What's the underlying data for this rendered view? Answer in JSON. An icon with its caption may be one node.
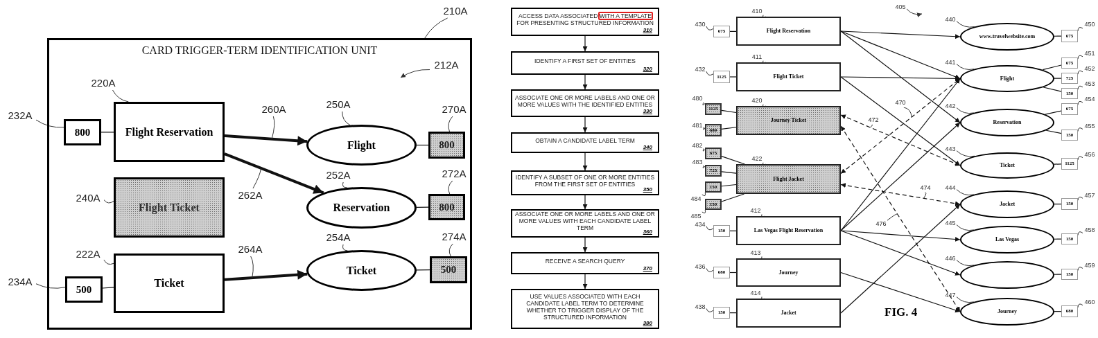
{
  "diagram": {
    "nodes": [
      {
        "text": [
          "CARD TRIGGER-TERM IDENTIFICATION UNIT"
        ]
      },
      {
        "text": [
          "210A"
        ]
      },
      {
        "text": [
          "212A"
        ],
        "in": 0
      },
      {
        "text": [
          "220A"
        ],
        "in": 0
      },
      {
        "text": [
          "Flight Reservation"
        ],
        "in": 0
      },
      {
        "text": [
          "232A"
        ]
      },
      {
        "text": [
          "800"
        ],
        "in": 0
      },
      {
        "text": [
          "240A"
        ],
        "in": 0
      },
      {
        "text": [
          "Flight Ticket"
        ],
        "in": 0
      },
      {
        "text": [
          "222A"
        ],
        "in": 0
      },
      {
        "text": [
          "Ticket"
        ],
        "in": 0
      },
      {
        "text": [
          "234A"
        ]
      },
      {
        "text": [
          "500"
        ],
        "in": 0
      },
      {
        "text": [
          "250A"
        ],
        "in": 0
      },
      {
        "text": [
          "Flight"
        ],
        "in": 0
      },
      {
        "text": [
          "270A"
        ],
        "in": 0
      },
      {
        "text": [
          "800"
        ],
        "in": 0
      },
      {
        "text": [
          "252A"
        ],
        "in": 0
      },
      {
        "text": [
          "Reservation"
        ],
        "in": 0
      },
      {
        "text": [
          "272A"
        ],
        "in": 0
      },
      {
        "text": [
          "800"
        ],
        "in": 0
      },
      {
        "text": [
          "254A"
        ],
        "in": 0
      },
      {
        "text": [
          "Ticket"
        ],
        "in": 0
      },
      {
        "text": [
          "274A"
        ],
        "in": 0
      },
      {
        "text": [
          "500"
        ],
        "in": 0
      },
      {
        "text": [
          "ACCESS DATA ASSOCIATED WITH A TEMPLATE FOR PRESENTING STRUCTURED INFORMATION",
          "310"
        ]
      },
      {
        "text": [
          "IDENTIFY A FIRST SET OF ENTITIES",
          "320"
        ]
      },
      {
        "text": [
          "ASSOCIATE ONE OR MORE LABELS AND ONE OR MORE VALUES WITH THE IDENTIFIED ENTITIES",
          "330"
        ]
      },
      {
        "text": [
          "OBTAIN A CANDIDATE LABEL TERM",
          "340"
        ]
      },
      {
        "text": [
          "IDENTIFY A SUBSET OF ONE OR MORE ENTITIES FROM THE FIRST SET OF ENTITIES",
          "350"
        ]
      },
      {
        "text": [
          "ASSOCIATE ONE OR MORE LABELS AND ONE OR MORE VALUES WITH EACH CANDIDATE LABEL TERM",
          "360"
        ]
      },
      {
        "text": [
          "RECEIVE A SEARCH QUERY",
          "370"
        ]
      },
      {
        "text": [
          "USE VALUES ASSOCIATED WITH EACH CANDIDATE LABEL TERM TO DETERMINE WHETHER TO TRIGGER DISPLAY OF THE STRUCTURED INFORMATION",
          "380"
        ]
      },
      {
        "text": [
          "405"
        ]
      },
      {
        "text": [
          "410"
        ]
      },
      {
        "text": [
          "Flight Reservation"
        ]
      },
      {
        "text": [
          "430"
        ]
      },
      {
        "text": [
          "675"
        ]
      },
      {
        "text": [
          "411"
        ]
      },
      {
        "text": [
          "Flight Ticket"
        ]
      },
      {
        "text": [
          "432"
        ]
      },
      {
        "text": [
          "1125"
        ]
      },
      {
        "text": [
          "420"
        ]
      },
      {
        "text": [
          "Journey Ticket"
        ]
      },
      {
        "text": [
          "480"
        ]
      },
      {
        "text": [
          "1125"
        ]
      },
      {
        "text": [
          "481"
        ]
      },
      {
        "text": [
          "680"
        ]
      },
      {
        "text": [
          "422"
        ]
      },
      {
        "text": [
          "Flight Jacket"
        ]
      },
      {
        "text": [
          "482"
        ]
      },
      {
        "text": [
          "675"
        ]
      },
      {
        "text": [
          "483"
        ]
      },
      {
        "text": [
          "725"
        ]
      },
      {
        "text": [
          "484"
        ]
      },
      {
        "text": [
          "150"
        ]
      },
      {
        "text": [
          "485"
        ]
      },
      {
        "text": [
          "150"
        ]
      },
      {
        "text": [
          "412"
        ]
      },
      {
        "text": [
          "Las Vegas Flight Reservation"
        ]
      },
      {
        "text": [
          "434"
        ]
      },
      {
        "text": [
          "150"
        ]
      },
      {
        "text": [
          "413"
        ]
      },
      {
        "text": [
          "Journey"
        ]
      },
      {
        "text": [
          "436"
        ]
      },
      {
        "text": [
          "680"
        ]
      },
      {
        "text": [
          "414"
        ]
      },
      {
        "text": [
          "Jacket"
        ]
      },
      {
        "text": [
          "438"
        ]
      },
      {
        "text": [
          "150"
        ]
      },
      {
        "text": [
          "440"
        ]
      },
      {
        "text": [
          "www.travelwebsite.com"
        ]
      },
      {
        "text": [
          "675"
        ]
      },
      {
        "text": [
          "450"
        ]
      },
      {
        "text": [
          "441"
        ]
      },
      {
        "text": [
          "Flight"
        ]
      },
      {
        "text": [
          "675"
        ]
      },
      {
        "text": [
          "451"
        ]
      },
      {
        "text": [
          "725"
        ]
      },
      {
        "text": [
          "452"
        ]
      },
      {
        "text": [
          "150"
        ]
      },
      {
        "text": [
          "453"
        ]
      },
      {
        "text": [
          "442"
        ]
      },
      {
        "text": [
          "Reservation"
        ]
      },
      {
        "text": [
          "675"
        ]
      },
      {
        "text": [
          "454"
        ]
      },
      {
        "text": [
          "150"
        ]
      },
      {
        "text": [
          "455"
        ]
      },
      {
        "text": [
          "443"
        ]
      },
      {
        "text": [
          "Ticket"
        ]
      },
      {
        "text": [
          "1125"
        ]
      },
      {
        "text": [
          "456"
        ]
      },
      {
        "text": [
          "444"
        ]
      },
      {
        "text": [
          "Jacket"
        ]
      },
      {
        "text": [
          "150"
        ]
      },
      {
        "text": [
          "457"
        ]
      },
      {
        "text": [
          "445"
        ]
      },
      {
        "text": [
          "Las Vegas"
        ]
      },
      {
        "text": [
          "150"
        ]
      },
      {
        "text": [
          "458"
        ]
      },
      {
        "text": [
          "446"
        ]
      },
      {
        "text": [],
        "shape": "ellipse"
      },
      {
        "text": [
          "150"
        ]
      },
      {
        "text": [
          "459"
        ]
      },
      {
        "text": [
          "447"
        ]
      },
      {
        "text": [
          "Journey"
        ]
      },
      {
        "text": [
          "680"
        ]
      },
      {
        "text": [
          "460"
        ]
      }
    ],
    "edges": [
      {
        "from": 1,
        "to": 0,
        "arrow": "none"
      },
      {
        "from": 2,
        "to": null,
        "arrow": "to"
      },
      {
        "from": 3,
        "to": 4,
        "arrow": "none"
      },
      {
        "from": 5,
        "to": 6,
        "arrow": "none"
      },
      {
        "from": 7,
        "to": 8,
        "arrow": "none"
      },
      {
        "from": 9,
        "to": 10,
        "arrow": "none"
      },
      {
        "from": 11,
        "to": 12,
        "arrow": "none"
      },
      {
        "from": 13,
        "to": 14,
        "arrow": "none"
      },
      {
        "from": 15,
        "to": 16,
        "arrow": "none"
      },
      {
        "from": 17,
        "to": 18,
        "arrow": "none"
      },
      {
        "from": 19,
        "to": 20,
        "arrow": "none"
      },
      {
        "from": 21,
        "to": 22,
        "arrow": "none"
      },
      {
        "from": 23,
        "to": 24,
        "arrow": "none"
      },
      {
        "from": 6,
        "to": 4,
        "arrow": "none"
      },
      {
        "from": 12,
        "to": 10,
        "arrow": "none"
      },
      {
        "from": 14,
        "to": 16,
        "arrow": "none"
      },
      {
        "from": 18,
        "to": 20,
        "arrow": "none"
      },
      {
        "from": 22,
        "to": 24,
        "arrow": "none"
      },
      {
        "from": 4,
        "to": 14,
        "arrow": "to",
        "label": "260A",
        "style": "thick"
      },
      {
        "from": 4,
        "to": 18,
        "arrow": "to",
        "label": "262A",
        "style": "thick"
      },
      {
        "from": 10,
        "to": 22,
        "arrow": "to",
        "label": "264A",
        "style": "thick"
      },
      {
        "from": 25,
        "to": 26,
        "arrow": "to"
      },
      {
        "from": 26,
        "to": 27,
        "arrow": "to"
      },
      {
        "from": 27,
        "to": 28,
        "arrow": "to"
      },
      {
        "from": 28,
        "to": 29,
        "arrow": "to"
      },
      {
        "from": 29,
        "to": 30,
        "arrow": "to"
      },
      {
        "from": 30,
        "to": 31,
        "arrow": "to"
      },
      {
        "from": 31,
        "to": 32,
        "arrow": "to"
      },
      {
        "from": 33,
        "to": null,
        "arrow": "to"
      },
      {
        "from": 34,
        "to": 35,
        "arrow": "none"
      },
      {
        "from": 36,
        "to": 37,
        "arrow": "none"
      },
      {
        "from": 37,
        "to": 35,
        "arrow": "none"
      },
      {
        "from": 38,
        "to": 39,
        "arrow": "none"
      },
      {
        "from": 40,
        "to": 41,
        "arrow": "none"
      },
      {
        "from": 41,
        "to": 39,
        "arrow": "none"
      },
      {
        "from": 42,
        "to": 43,
        "arrow": "none"
      },
      {
        "from": 44,
        "to": 45,
        "arrow": "none"
      },
      {
        "from": 45,
        "to": 43,
        "arrow": "none"
      },
      {
        "from": 46,
        "to": 47,
        "arrow": "none"
      },
      {
        "from": 47,
        "to": 43,
        "arrow": "none"
      },
      {
        "from": 48,
        "to": 49,
        "arrow": "none"
      },
      {
        "from": 50,
        "to": 51,
        "arrow": "none"
      },
      {
        "from": 51,
        "to": 49,
        "arrow": "none"
      },
      {
        "from": 52,
        "to": 53,
        "arrow": "none"
      },
      {
        "from": 53,
        "to": 49,
        "arrow": "none"
      },
      {
        "from": 54,
        "to": 55,
        "arrow": "none"
      },
      {
        "from": 55,
        "to": 49,
        "arrow": "none"
      },
      {
        "from": 56,
        "to": 57,
        "arrow": "none"
      },
      {
        "from": 57,
        "to": 49,
        "arrow": "none"
      },
      {
        "from": 58,
        "to": 59,
        "arrow": "none"
      },
      {
        "from": 60,
        "to": 61,
        "arrow": "none"
      },
      {
        "from": 61,
        "to": 59,
        "arrow": "none"
      },
      {
        "from": 62,
        "to": 63,
        "arrow": "none"
      },
      {
        "from": 64,
        "to": 65,
        "arrow": "none"
      },
      {
        "from": 65,
        "to": 63,
        "arrow": "none"
      },
      {
        "from": 66,
        "to": 67,
        "arrow": "none"
      },
      {
        "from": 68,
        "to": 69,
        "arrow": "none"
      },
      {
        "from": 69,
        "to": 67,
        "arrow": "none"
      },
      {
        "from": 70,
        "to": 71,
        "arrow": "none"
      },
      {
        "from": 71,
        "to": 72,
        "arrow": "none"
      },
      {
        "from": 73,
        "to": 72,
        "arrow": "none"
      },
      {
        "from": 74,
        "to": 75,
        "arrow": "none"
      },
      {
        "from": 75,
        "to": 76,
        "arrow": "none"
      },
      {
        "from": 75,
        "to": 78,
        "arrow": "none"
      },
      {
        "from": 75,
        "to": 80,
        "arrow": "none"
      },
      {
        "from": 77,
        "to": 76,
        "arrow": "none"
      },
      {
        "from": 79,
        "to": 78,
        "arrow": "none"
      },
      {
        "from": 81,
        "to": 80,
        "arrow": "none"
      },
      {
        "from": 82,
        "to": 83,
        "arrow": "none"
      },
      {
        "from": 83,
        "to": 84,
        "arrow": "none"
      },
      {
        "from": 83,
        "to": 86,
        "arrow": "none"
      },
      {
        "from": 85,
        "to": 84,
        "arrow": "none"
      },
      {
        "from": 87,
        "to": 86,
        "arrow": "none"
      },
      {
        "from": 88,
        "to": 89,
        "arrow": "none"
      },
      {
        "from": 89,
        "to": 90,
        "arrow": "none"
      },
      {
        "from": 91,
        "to": 90,
        "arrow": "none"
      },
      {
        "from": 92,
        "to": 93,
        "arrow": "none"
      },
      {
        "from": 93,
        "to": 94,
        "arrow": "none"
      },
      {
        "from": 95,
        "to": 94,
        "arrow": "none"
      },
      {
        "from": 96,
        "to": 97,
        "arrow": "none"
      },
      {
        "from": 97,
        "to": 98,
        "arrow": "none"
      },
      {
        "from": 99,
        "to": 98,
        "arrow": "none"
      },
      {
        "from": 100,
        "to": 101,
        "arrow": "none"
      },
      {
        "from": 101,
        "to": 102,
        "arrow": "none"
      },
      {
        "from": 103,
        "to": 102,
        "arrow": "none"
      },
      {
        "from": 104,
        "to": 105,
        "arrow": "none"
      },
      {
        "from": 105,
        "to": 106,
        "arrow": "none"
      },
      {
        "from": 107,
        "to": 106,
        "arrow": "none"
      },
      {
        "from": 35,
        "to": 71,
        "arrow": "to"
      },
      {
        "from": 35,
        "to": 75,
        "arrow": "to"
      },
      {
        "from": 35,
        "to": 83,
        "arrow": "to"
      },
      {
        "from": 39,
        "to": 75,
        "arrow": "to"
      },
      {
        "from": 39,
        "to": 89,
        "arrow": "to"
      },
      {
        "from": 59,
        "to": 75,
        "arrow": "to"
      },
      {
        "from": 59,
        "to": 83,
        "arrow": "to"
      },
      {
        "from": 59,
        "to": 97,
        "arrow": "to"
      },
      {
        "from": 59,
        "to": 101,
        "arrow": "to"
      },
      {
        "from": 63,
        "to": 105,
        "arrow": "to"
      },
      {
        "from": 67,
        "to": 93,
        "arrow": "to"
      },
      {
        "from": 49,
        "to": 75,
        "arrow": "both",
        "label": "470",
        "style": "dashed"
      },
      {
        "from": 43,
        "to": 89,
        "arrow": "both",
        "label": "472",
        "style": "dashed"
      },
      {
        "from": 49,
        "to": 93,
        "arrow": "both",
        "label": "474",
        "style": "dashed"
      },
      {
        "from": 43,
        "to": 105,
        "arrow": "both",
        "label": "476",
        "style": "dashed"
      }
    ],
    "labels": [
      "FIG. 4"
    ]
  }
}
